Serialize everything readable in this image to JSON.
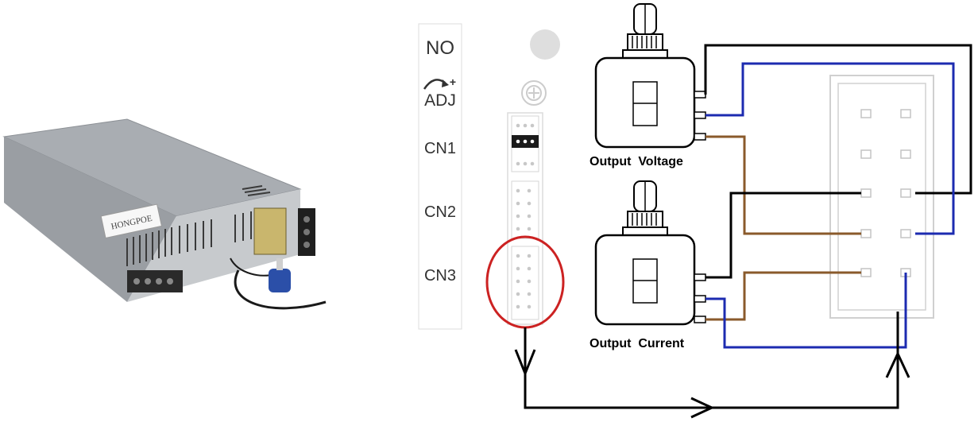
{
  "product_photo": {
    "brand_label": "HONGPOE"
  },
  "panel": {
    "labels": {
      "no": "NO",
      "adj": "ADJ",
      "adj_plus": "+",
      "cn1": "CN1",
      "cn2": "CN2",
      "cn3": "CN3"
    }
  },
  "potentiometers": {
    "voltage_label": "Output  Voltage",
    "current_label": "Output  Current"
  },
  "colors": {
    "wire_black": "#000000",
    "wire_blue": "#1c2bb0",
    "wire_brown": "#8a5a2b",
    "highlight_circle": "#cc2222",
    "panel_gray": "#bbbbbb"
  }
}
